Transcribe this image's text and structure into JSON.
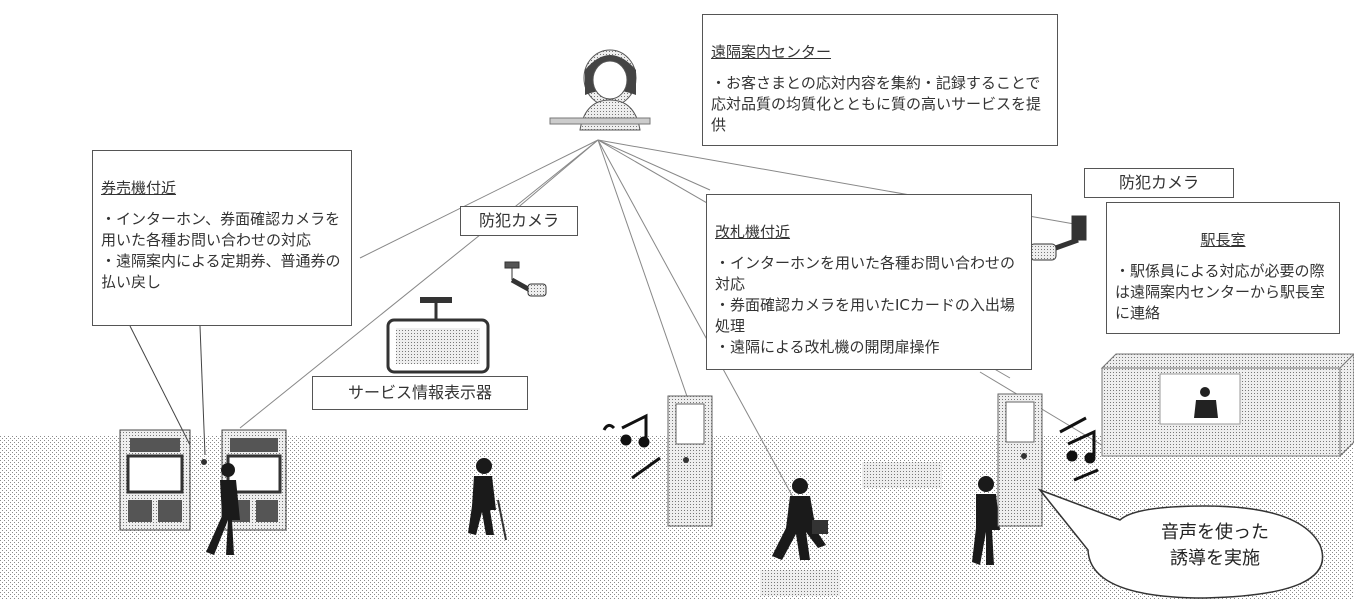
{
  "center": {
    "title": "遠隔案内センター",
    "body": "・お客さまとの応対内容を集約・記録することで応対品質の均質化とともに質の高いサービスを提供"
  },
  "ticket_machine": {
    "title": "券売機付近",
    "body": "・インターホン、券面確認カメラを用いた各種お問い合わせの対応\n・遠隔案内による定期券、普通券の払い戻し"
  },
  "gate": {
    "title": "改札機付近",
    "body": "・インターホンを用いた各種お問い合わせの対応\n・券面確認カメラを用いたICカードの入出場処理\n・遠隔による改札機の開閉扉操作"
  },
  "station_office": {
    "title": "駅長室",
    "body": "・駅係員による対応が必要の際は遠隔案内センターから駅長室に連絡"
  },
  "labels": {
    "camera_left": "防犯カメラ",
    "camera_right": "防犯カメラ",
    "info_display": "サービス情報表示器",
    "voice_guidance": "音声を使った\n誘導を実施"
  },
  "colors": {
    "dots": "#9a9a9a",
    "figure": "#222222",
    "line": "#777777"
  }
}
